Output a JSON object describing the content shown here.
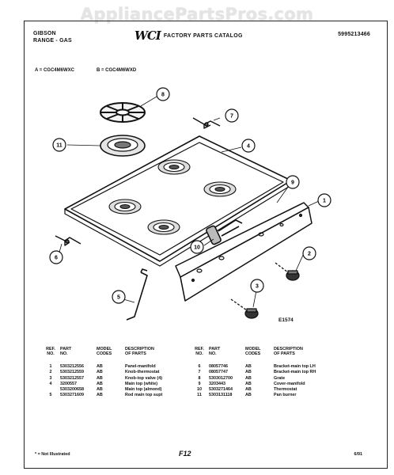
{
  "watermark": "AppliancePartsPros.com",
  "header": {
    "brand": "GIBSON",
    "product": "RANGE - GAS",
    "logo": "WCI",
    "catalog_title": "FACTORY PARTS CATALOG",
    "catalog_number": "5995213466"
  },
  "models": {
    "a": "A = CGC4M6WXC",
    "b": "B = CGC4M6WXD"
  },
  "diagram": {
    "callouts": [
      "1",
      "2",
      "3",
      "4",
      "5",
      "6",
      "7",
      "8",
      "9",
      "10",
      "11"
    ],
    "figure_id": "E1574"
  },
  "parts_table": {
    "headers": {
      "ref": "REF.\nNO.",
      "part": "PART\nNO.",
      "model": "MODEL\nCODES",
      "description": "DESCRIPTION\nOF PARTS"
    },
    "left_rows": [
      {
        "ref": "1",
        "part": "5303212556",
        "codes": "AB",
        "desc": "Panel-manifold"
      },
      {
        "ref": "2",
        "part": "5303212559",
        "codes": "AB",
        "desc": "Knob-thermostat"
      },
      {
        "ref": "3",
        "part": "5303212557",
        "codes": "AB",
        "desc": "Knob-top valve (4)"
      },
      {
        "ref": "4",
        "part": "3200557",
        "codes": "AB",
        "desc": "Main top (white)"
      },
      {
        "ref": "",
        "part": "5303200658",
        "codes": "AB",
        "desc": "Main top (almond)"
      },
      {
        "ref": "5",
        "part": "5303271609",
        "codes": "AB",
        "desc": "Rod main top supt"
      }
    ],
    "right_rows": [
      {
        "ref": "6",
        "part": "08057746",
        "codes": "AB",
        "desc": "Bracket-main top LH"
      },
      {
        "ref": "7",
        "part": "08057747",
        "codes": "AB",
        "desc": "Bracket-main top RH"
      },
      {
        "ref": "8",
        "part": "5303012700",
        "codes": "AB",
        "desc": "Grate"
      },
      {
        "ref": "9",
        "part": "3203443",
        "codes": "AB",
        "desc": "Cover-manifold"
      },
      {
        "ref": "10",
        "part": "5303271464",
        "codes": "AB",
        "desc": "Thermostat"
      },
      {
        "ref": "11",
        "part": "5303131118",
        "codes": "AB",
        "desc": "Pan burner"
      }
    ]
  },
  "footer": {
    "footnote": "* = Not Illustrated",
    "page_code": "F12",
    "date": "6/91"
  }
}
